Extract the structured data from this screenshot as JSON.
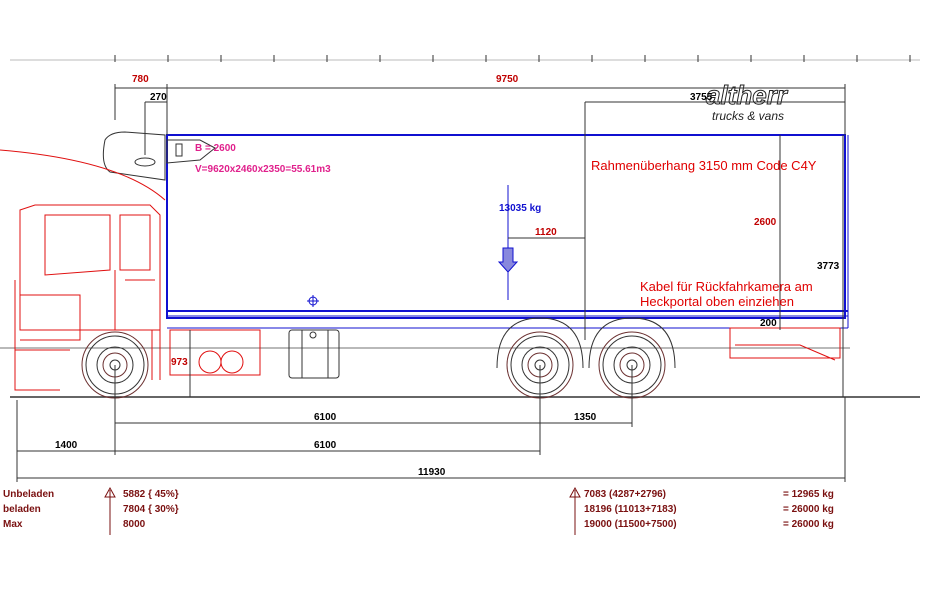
{
  "logo": {
    "name": "altherr",
    "tagline": "trucks & vans"
  },
  "dimensions": {
    "front_overhang": "780",
    "body_length": "9750",
    "gap": "270",
    "rear_ref": "3755",
    "body_height": "2600",
    "total_height": "3773",
    "cog_offset": "1120",
    "frame_height": "973",
    "subframe": "200",
    "wheelbase_1": "6100",
    "tandem": "1350",
    "front_to_axle": "1400",
    "wheelbase_2": "6100",
    "overall_length": "11930"
  },
  "body_info": {
    "width": "B = 2600",
    "volume": "V=9620x2460x2350=55.61m3"
  },
  "payload": "13035 kg",
  "notes": {
    "overhang": "Rahmenüberhang 3150 mm Code C4Y",
    "camera_line1": "Kabel für Rückfahrkamera am",
    "camera_line2": "Heckportal oben einziehen"
  },
  "weights": {
    "rows": [
      {
        "label": "Unbeladen",
        "front": "5882 { 45%}",
        "rear": "7083 (4287+2796)",
        "total": "= 12965 kg"
      },
      {
        "label": "beladen",
        "front": "7804 { 30%}",
        "rear": "18196 (11013+7183)",
        "total": "= 26000 kg"
      },
      {
        "label": "Max",
        "front": "8000",
        "rear": "19000 (11500+7500)",
        "total": "= 26000 kg"
      }
    ]
  },
  "colors": {
    "body": "#1010d0",
    "cab": "#e01010",
    "weights": "#7a1010"
  }
}
